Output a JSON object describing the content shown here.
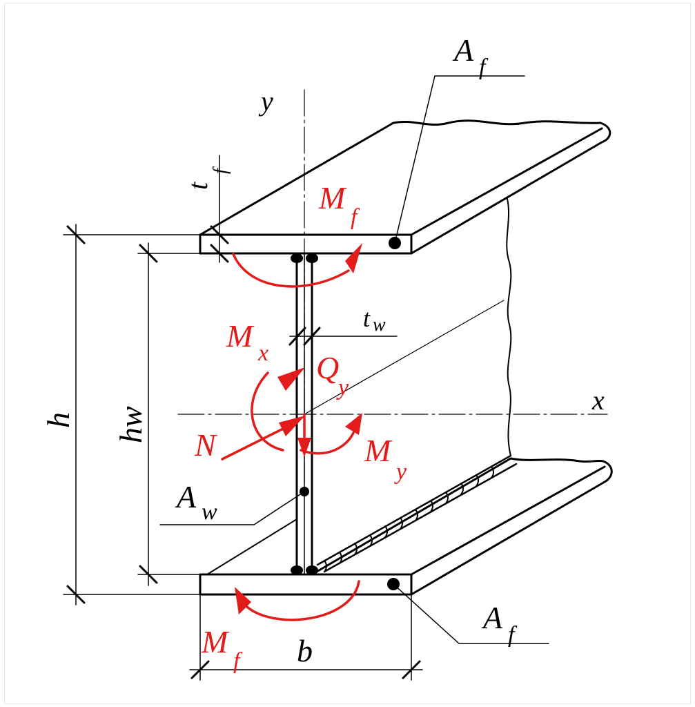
{
  "labels": {
    "axis_y": "y",
    "axis_x": "x",
    "tf_t": "t",
    "tf_sub": "f",
    "tw_t": "t",
    "tw_sub": "w",
    "h": "h",
    "hw": "hw",
    "b": "b",
    "af_top_main": "A",
    "af_top_sub": "f",
    "af_bot_main": "A",
    "af_bot_sub": "f",
    "aw_main": "A",
    "aw_sub": "w",
    "mf_top_main": "M",
    "mf_top_sub": "f",
    "mf_bot_main": "M",
    "mf_bot_sub": "f",
    "mx_main": "M",
    "mx_sub": "x",
    "my_main": "M",
    "my_sub": "y",
    "qy_main": "Q",
    "qy_sub": "y",
    "n": "N"
  },
  "colors": {
    "line": "#000000",
    "force": "#e21b1b",
    "background": "#ffffff"
  }
}
